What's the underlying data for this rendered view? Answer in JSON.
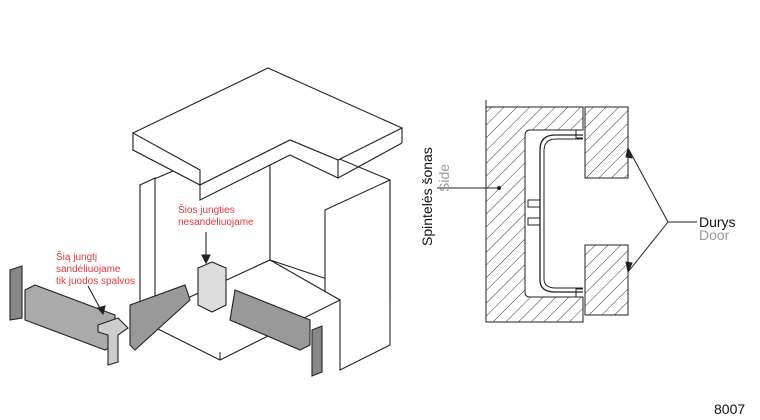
{
  "annotations": {
    "connector_not_stocked": [
      "Šios jungties",
      "nesandėliuojame"
    ],
    "connector_black_only": [
      "Šią jungtį",
      "sandėliuojame",
      "tik juodos spalvos"
    ]
  },
  "section": {
    "side_label": "Spintelės šonas",
    "side_label_en": "Side",
    "door_label": "Durys",
    "door_label_en": "Door"
  },
  "code": "8007"
}
